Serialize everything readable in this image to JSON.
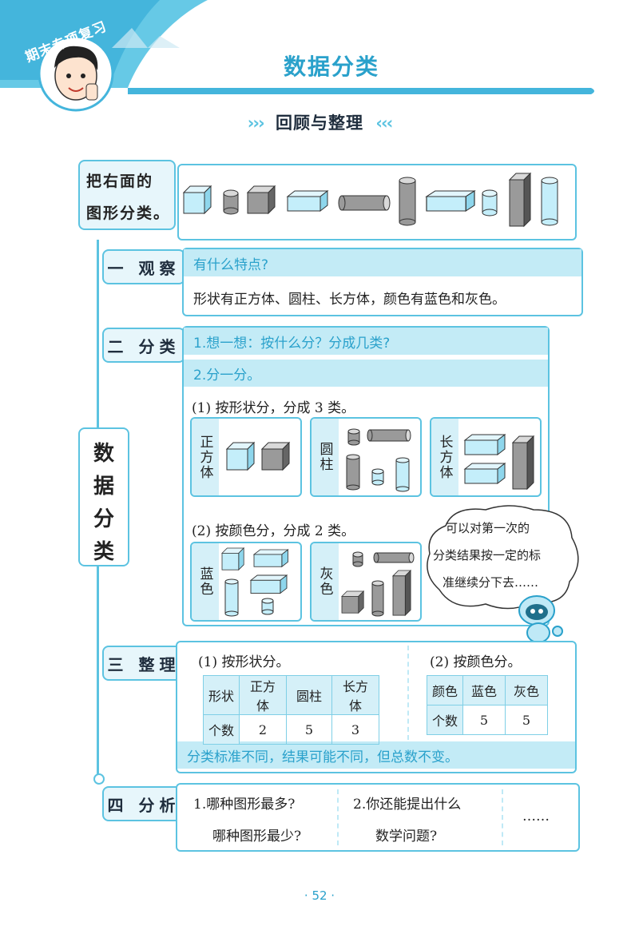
{
  "header": {
    "badge": "期末专项复习",
    "title": "数据分类",
    "subtitle_left_deco": "›››",
    "subtitle": "回顾与整理",
    "subtitle_right_deco": "‹‹‹"
  },
  "intro": {
    "prompt_line1": "把右面的",
    "prompt_line2": "图形分类。"
  },
  "side_label": [
    "数",
    "据",
    "分",
    "类"
  ],
  "section1": {
    "tag": "一 观察",
    "question": "有什么特点?",
    "answer": "形状有正方体、圆柱、长方体，颜色有蓝色和灰色。"
  },
  "section2": {
    "tag": "二 分类",
    "q1": "1.想一想：按什么分？分成几类?",
    "q2": "2.分一分。",
    "by_shape": "(1) 按形状分，分成 3 类。",
    "by_color": "(2) 按颜色分，分成 2 类。",
    "shape_cards": [
      "正方体",
      "圆柱",
      "长方体"
    ],
    "color_cards": [
      "蓝色",
      "灰色"
    ],
    "bubble": [
      "可以对第一次的",
      "分类结果按一定的标",
      "准继续分下去……"
    ]
  },
  "section3": {
    "tag": "三 整理",
    "left_title": "(1) 按形状分。",
    "right_title": "(2) 按颜色分。",
    "shape_table": {
      "headers": [
        "形状",
        "正方体",
        "圆柱",
        "长方体"
      ],
      "row_label": "个数",
      "values": [
        "2",
        "5",
        "3"
      ]
    },
    "color_table": {
      "headers": [
        "颜色",
        "蓝色",
        "灰色"
      ],
      "row_label": "个数",
      "values": [
        "5",
        "5"
      ]
    },
    "conclusion": "分类标准不同，结果可能不同，但总数不变。"
  },
  "section4": {
    "tag": "四 分析",
    "q1_line1": "1.哪种图形最多?",
    "q1_line2": "哪种图形最少?",
    "q2_line1": "2.你还能提出什么",
    "q2_line2": "数学问题?",
    "more": "……"
  },
  "footer": {
    "page": "· 52 ·"
  },
  "colors": {
    "accent": "#5cc3e1",
    "title": "#2aa1cb",
    "light": "#d5f0f8",
    "gray_solid": "#8c8c8c",
    "blue_solid": "#bfe9f6"
  }
}
